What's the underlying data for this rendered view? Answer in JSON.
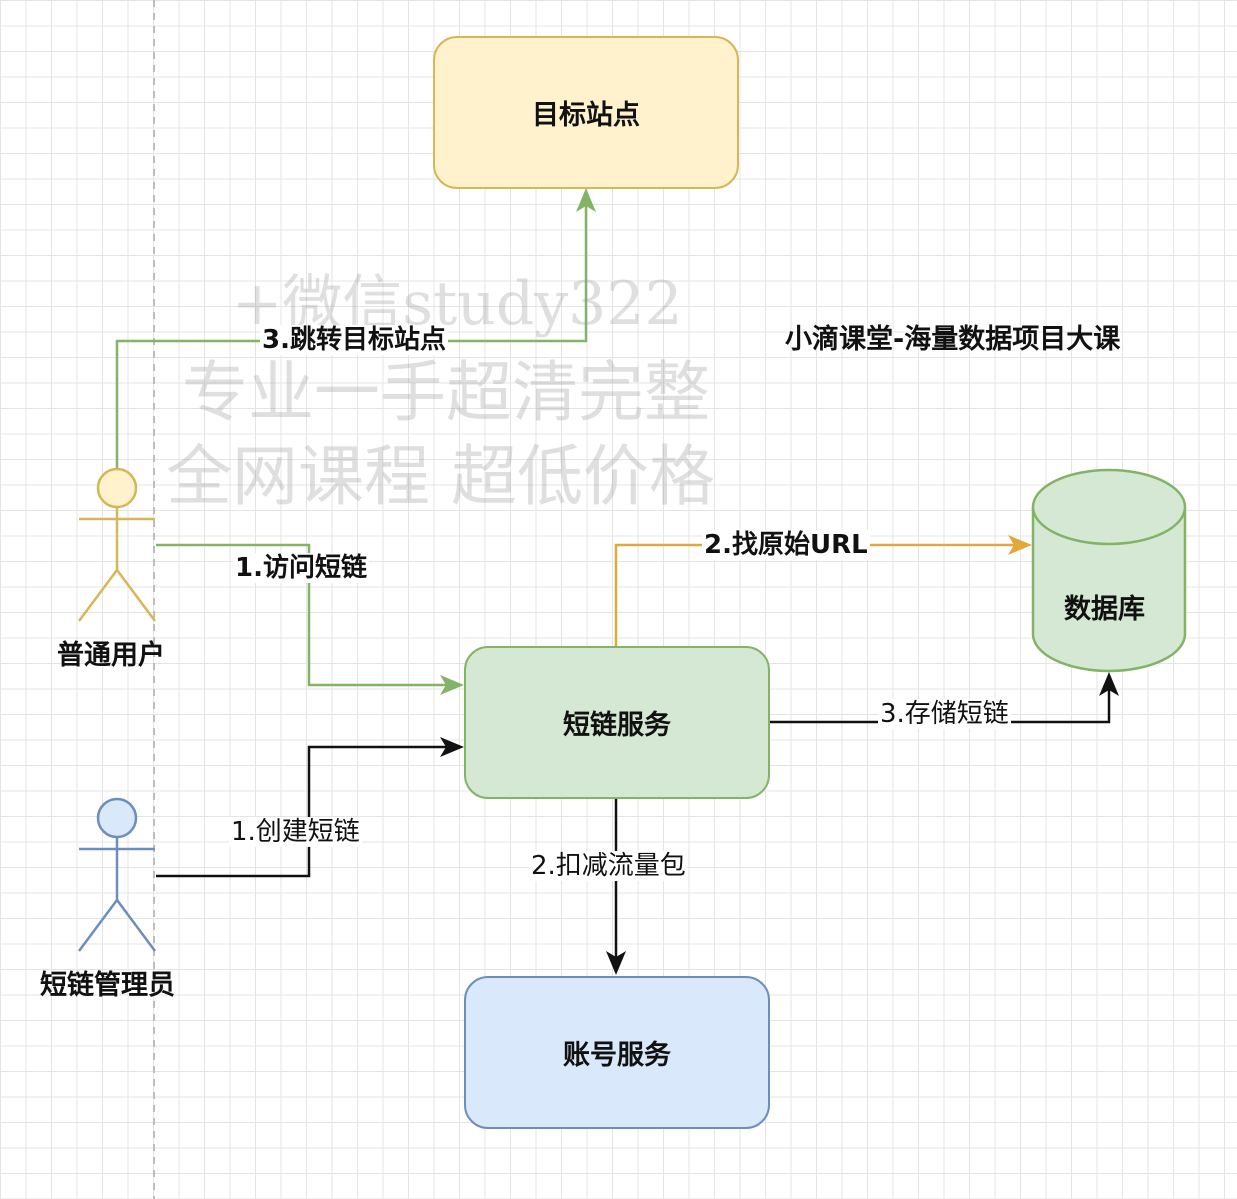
{
  "nodes": {
    "target_site": "目标站点",
    "short_link_service": "短链服务",
    "account_service": "账号服务",
    "database": "数据库"
  },
  "actors": {
    "normal_user": "普通用户",
    "admin": "短链管理员"
  },
  "edges": {
    "redirect": "3.跳转目标站点",
    "visit": "1.访问短链",
    "create": "1.创建短链",
    "lookup": "2.找原始URL",
    "store": "3.存储短链",
    "deduct": "2.扣减流量包"
  },
  "caption": "小滴课堂-海量数据项目大课",
  "watermark": {
    "line1": "+微信study322",
    "line2": "专业一手超清完整",
    "line3": "全网课程 超低价格"
  },
  "colors": {
    "green_stroke": "#82b366",
    "green_fill": "#d5e8d4",
    "yellow_stroke": "#d6b656",
    "yellow_fill": "#fff2cc",
    "blue_stroke": "#6c8ebf",
    "blue_fill": "#dae8fc",
    "orange_edge": "#e0a93b",
    "black_edge": "#111111"
  }
}
